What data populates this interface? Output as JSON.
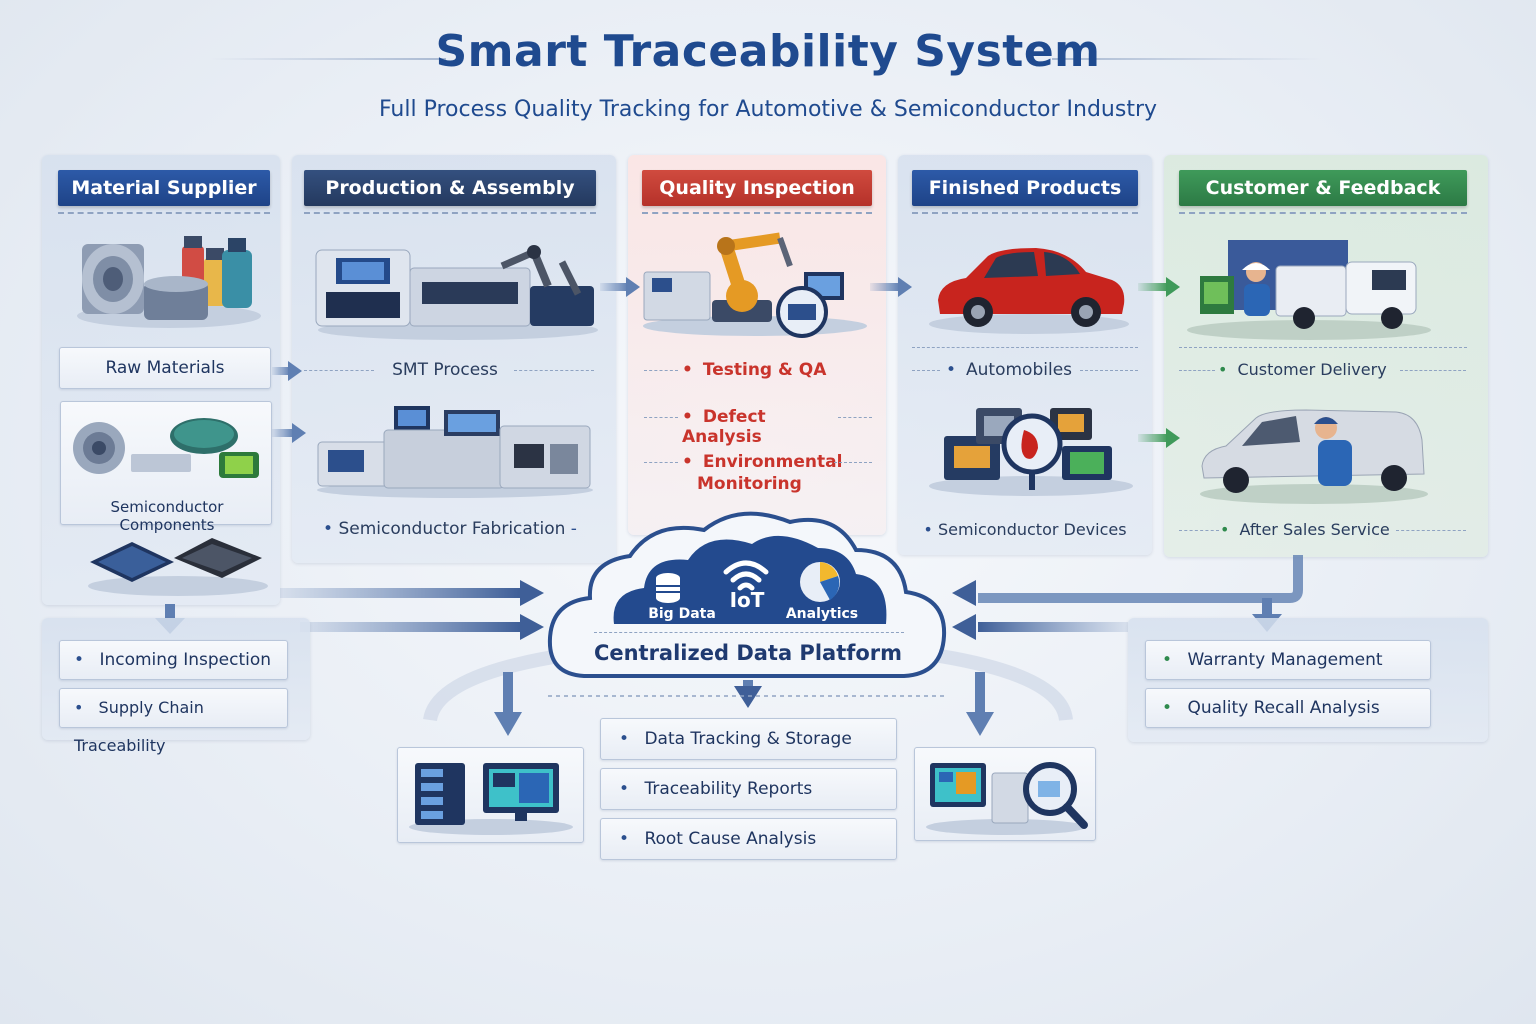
{
  "title": "Smart Traceability System",
  "subtitle": "Full Process Quality Tracking for Automotive & Semiconductor Industry",
  "columns": {
    "material_supplier": {
      "header": "Material Supplier",
      "item1": "Raw Materials",
      "item2": "Semiconductor Components",
      "color": "#1e4387"
    },
    "production_assembly": {
      "header": "Production & Assembly",
      "item1": "SMT Process",
      "item2": "Semiconductor Fabrication",
      "color": "#24395e"
    },
    "quality_inspection": {
      "header": "Quality Inspection",
      "item1": "Testing & QA",
      "item2": "Defect Analysis",
      "item3_line1": "Environmental",
      "item3_line2": "Monitoring",
      "color": "#b53129"
    },
    "finished_products": {
      "header": "Finished Products",
      "item1": "Automobiles",
      "item2": "Semiconductor Devices",
      "color": "#1e4387"
    },
    "customer_feedback": {
      "header": "Customer & Feedback",
      "item1": "Customer Delivery",
      "item2": "After Sales Service",
      "color": "#2c7a45"
    }
  },
  "left_panel": {
    "item1": "Incoming Inspection",
    "item2": "Supply Chain Traceability"
  },
  "right_panel": {
    "item1": "Warranty Management",
    "item2": "Quality Recall Analysis"
  },
  "platform": {
    "title": "Centralized Data Platform",
    "big_data": "Big Data",
    "iot": "IoT",
    "analytics": "Analytics"
  },
  "outputs": {
    "item1": "Data Tracking & Storage",
    "item2": "Traceability Reports",
    "item3": "Root Cause Analysis"
  },
  "icons": [
    "coil-icon",
    "chemical-bottles-icon",
    "wafer-icon",
    "chip-icon",
    "smt-machine-icon",
    "fab-equipment-icon",
    "robot-arm-icon",
    "car-icon",
    "circuit-board-icon",
    "truck-icon",
    "technician-icon",
    "database-icon",
    "wifi-icon",
    "pie-chart-icon",
    "server-icon",
    "monitor-icon",
    "magnifier-icon"
  ]
}
